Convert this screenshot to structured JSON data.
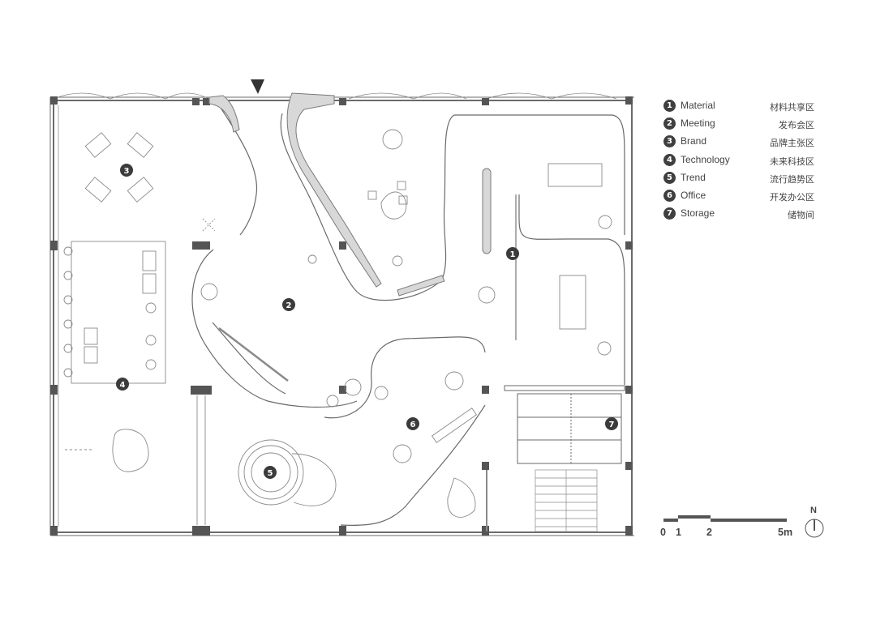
{
  "legend": [
    {
      "num": "1",
      "en": "Material",
      "zh": "材料共享区"
    },
    {
      "num": "2",
      "en": "Meeting",
      "zh": "发布会区"
    },
    {
      "num": "3",
      "en": "Brand",
      "zh": "品牌主张区"
    },
    {
      "num": "4",
      "en": "Technology",
      "zh": "未来科技区"
    },
    {
      "num": "5",
      "en": "Trend",
      "zh": "流行趋势区"
    },
    {
      "num": "6",
      "en": "Office",
      "zh": "开发办公区"
    },
    {
      "num": "7",
      "en": "Storage",
      "zh": "储物间"
    }
  ],
  "zones": [
    "1",
    "2",
    "3",
    "4",
    "5",
    "6",
    "7"
  ],
  "scale": {
    "labels": [
      "0",
      "1",
      "2",
      "5m"
    ]
  },
  "north": {
    "label": "N"
  }
}
